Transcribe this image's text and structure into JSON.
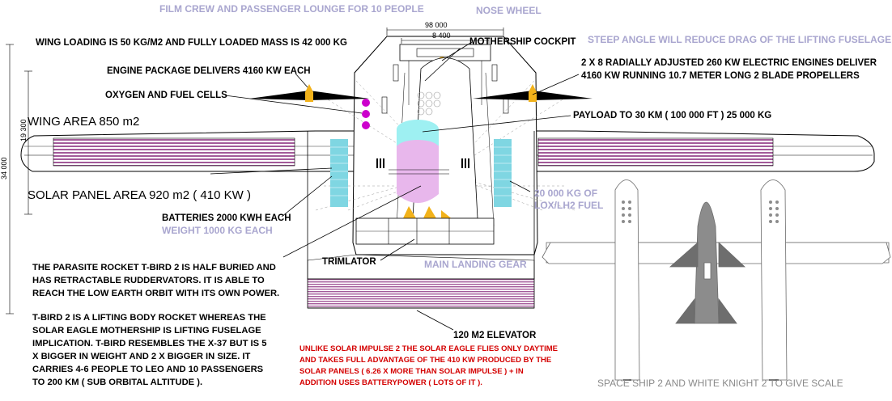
{
  "labels": {
    "film_crew": "FILM CREW AND PASSENGER LOUNGE FOR 10 PEOPLE",
    "nose_wheel": "NOSE WHEEL",
    "wing_loading": "WING LOADING IS 50 KG/M2 AND FULLY LOADED MASS IS 42 000 KG",
    "mothership_cockpit": "MOTHERSHIP COCKPIT",
    "steep_angle": "STEEP ANGLE WILL REDUCE DRAG OF THE LIFTING FUSELAGE",
    "engine_package": "ENGINE PACKAGE DELIVERS 4160 KW EACH",
    "electric_engines_1": "2 X 8 RADIALLY ADJUSTED 260 KW ELECTRIC ENGINES DELIVER",
    "electric_engines_2": "4160 KW RUNNING 10.7 METER LONG 2 BLADE PROPELLERS",
    "oxygen_fuel": "OXYGEN AND FUEL CELLS",
    "payload": "PAYLOAD TO 30 KM ( 100 000 FT ) 25 000 KG",
    "wing_area": "WING AREA 850 m2",
    "solar_panel_area": "SOLAR PANEL AREA 920 m2 ( 410 KW )",
    "lox_fuel_1": "20 000 KG OF",
    "lox_fuel_2": "LOX/LH2 FUEL",
    "batteries": "BATTERIES 2000 KWH EACH",
    "batteries_weight": "WEIGHT 1000 KG EACH",
    "trimlator": "TRIMLATOR",
    "main_landing_gear": "MAIN LANDING GEAR",
    "elevator": "120 M2 ELEVATOR",
    "scale_note": "SPACE SHIP 2 AND WHITE KNIGHT 2 TO GIVE SCALE"
  },
  "dimensions": {
    "width_outer": "98 000",
    "width_inner": "8 400",
    "height_left": "34 000",
    "height_inner": "19 300"
  },
  "paragraphs": {
    "parasite": [
      "THE PARASITE ROCKET T-BIRD 2 IS HALF BURIED AND",
      "HAS RETRACTABLE RUDDERVATORS. IT IS ABLE TO",
      "REACH THE LOW EARTH ORBIT WITH ITS OWN POWER."
    ],
    "tbird": [
      "T-BIRD 2 IS A LIFTING BODY ROCKET WHEREAS THE",
      "SOLAR EAGLE MOTHERSHIP IS LIFTING FUSELAGE",
      "IMPLICATION. T-BIRD RESEMBLES THE X-37 BUT IS 5",
      "X BIGGER IN WEIGHT AND 2 X BIGGER IN SIZE. IT",
      "CARRIES 4-6 PEOPLE TO LEO AND 10 PASSENGERS",
      "TO 200 KM ( SUB ORBITAL ALTITUDE )."
    ],
    "solar_impulse": [
      "UNLIKE SOLAR IMPULSE 2 THE SOLAR EAGLE FLIES ONLY DAYTIME",
      "AND TAKES FULL ADVANTAGE OF THE 410 KW PRODUCED BY THE",
      "SOLAR PANELS ( 6.26 X MORE THAN SOLAR IMPULSE ) + IN",
      "ADDITION USES BATTERYPOWER  ( LOTS OF IT )."
    ]
  },
  "colors": {
    "panel_stripe": "#a35a9a",
    "battery": "#7fd6e2",
    "light_label": "#a9a6cf",
    "red_text": "#d40000",
    "oxygen": "#cc00cc",
    "engine": "#f2b21a"
  }
}
